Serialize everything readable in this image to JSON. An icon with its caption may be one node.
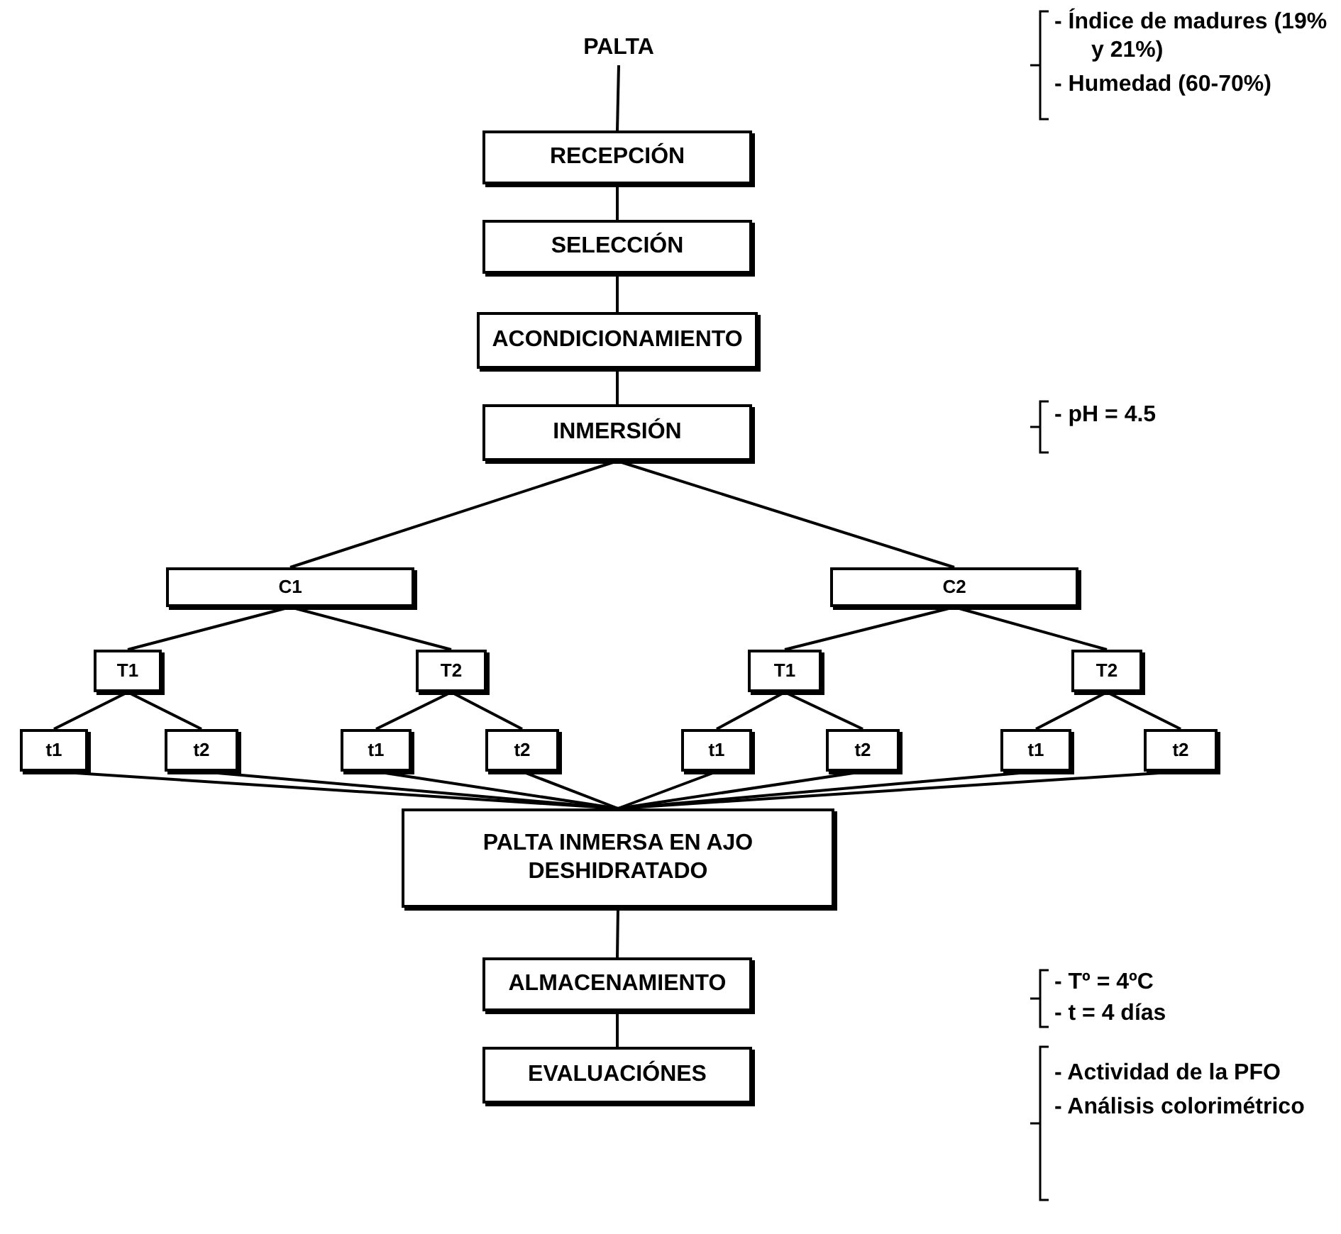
{
  "diagram": {
    "nodes": [
      {
        "text": [
          "PALTA"
        ]
      },
      {
        "text": [
          "RECEPCIÓN"
        ]
      },
      {
        "text": [
          "SELECCIÓN"
        ]
      },
      {
        "text": [
          "ACONDICIONAMIENTO"
        ]
      },
      {
        "text": [
          "INMERSIÓN"
        ]
      },
      {
        "text": [
          "C1"
        ]
      },
      {
        "text": [
          "C2"
        ]
      },
      {
        "text": [
          "T1"
        ]
      },
      {
        "text": [
          "T2"
        ]
      },
      {
        "text": [
          "T1"
        ]
      },
      {
        "text": [
          "T2"
        ]
      },
      {
        "text": [
          "t1"
        ]
      },
      {
        "text": [
          "t2"
        ]
      },
      {
        "text": [
          "t1"
        ]
      },
      {
        "text": [
          "t2"
        ]
      },
      {
        "text": [
          "t1"
        ]
      },
      {
        "text": [
          "t2"
        ]
      },
      {
        "text": [
          "t1"
        ]
      },
      {
        "text": [
          "t2"
        ]
      },
      {
        "text": [
          "PALTA INMERSA EN AJO DESHIDRATADO"
        ]
      },
      {
        "text": [
          "ALMACENAMIENTO"
        ]
      },
      {
        "text": [
          "EVALUACIÓNES"
        ]
      }
    ],
    "edges": [
      {
        "from": 0,
        "to": 1,
        "arrow": "none"
      },
      {
        "from": 1,
        "to": 2,
        "arrow": "none"
      },
      {
        "from": 2,
        "to": 3,
        "arrow": "none"
      },
      {
        "from": 3,
        "to": 4,
        "arrow": "none"
      },
      {
        "from": 4,
        "to": 5,
        "arrow": "none"
      },
      {
        "from": 4,
        "to": 6,
        "arrow": "none"
      },
      {
        "from": 5,
        "to": 7,
        "arrow": "none"
      },
      {
        "from": 5,
        "to": 8,
        "arrow": "none"
      },
      {
        "from": 6,
        "to": 9,
        "arrow": "none"
      },
      {
        "from": 6,
        "to": 10,
        "arrow": "none"
      },
      {
        "from": 7,
        "to": 11,
        "arrow": "none"
      },
      {
        "from": 7,
        "to": 12,
        "arrow": "none"
      },
      {
        "from": 8,
        "to": 13,
        "arrow": "none"
      },
      {
        "from": 8,
        "to": 14,
        "arrow": "none"
      },
      {
        "from": 9,
        "to": 15,
        "arrow": "none"
      },
      {
        "from": 9,
        "to": 16,
        "arrow": "none"
      },
      {
        "from": 10,
        "to": 17,
        "arrow": "none"
      },
      {
        "from": 10,
        "to": 18,
        "arrow": "none"
      },
      {
        "from": 11,
        "to": 19,
        "arrow": "none"
      },
      {
        "from": 12,
        "to": 19,
        "arrow": "none"
      },
      {
        "from": 13,
        "to": 19,
        "arrow": "none"
      },
      {
        "from": 14,
        "to": 19,
        "arrow": "none"
      },
      {
        "from": 15,
        "to": 19,
        "arrow": "none"
      },
      {
        "from": 16,
        "to": 19,
        "arrow": "none"
      },
      {
        "from": 17,
        "to": 19,
        "arrow": "none"
      },
      {
        "from": 18,
        "to": 19,
        "arrow": "none"
      },
      {
        "from": 19,
        "to": 20,
        "arrow": "none"
      },
      {
        "from": 20,
        "to": 21,
        "arrow": "none"
      }
    ],
    "labels": [
      "- Índice de madures (19% y 21%)",
      "- Humedad (60-70%)",
      "- pH = 4.5",
      "- Tº = 4ºC",
      "- t = 4 días",
      "- Actividad de la PFO",
      "- Análisis colorimétrico"
    ]
  }
}
